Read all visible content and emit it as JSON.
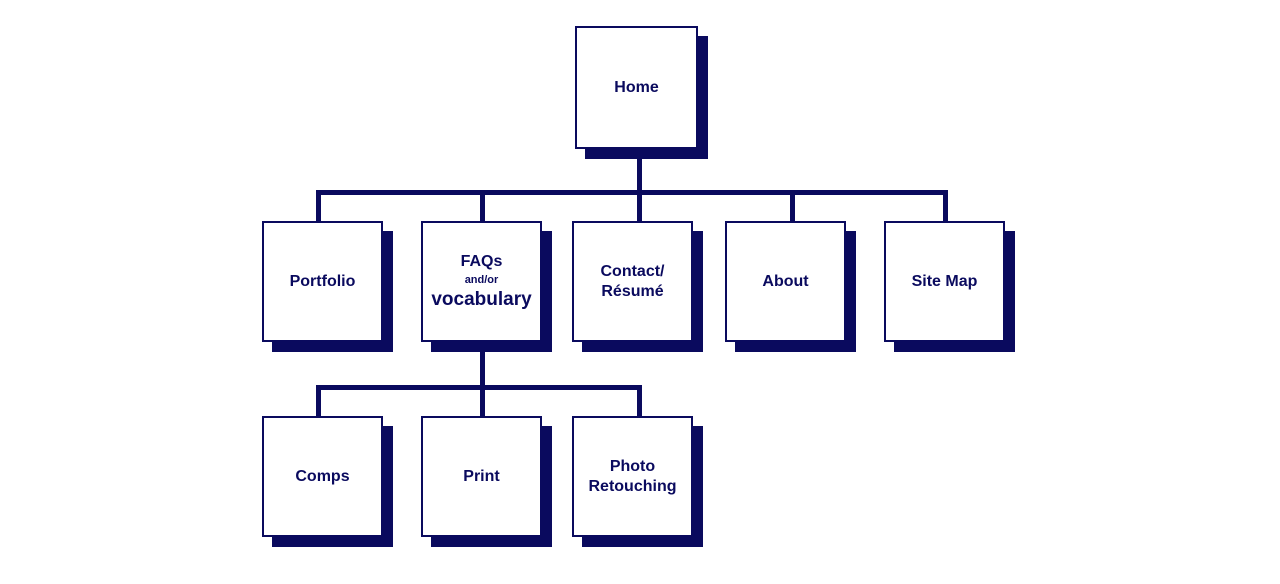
{
  "colors": {
    "line": "#0a0a5e",
    "box_fill": "#ffffff",
    "text": "#0a0a5e",
    "background": "#ffffff"
  },
  "sitemap": {
    "home": {
      "label": "Home"
    },
    "level1": {
      "portfolio": {
        "label": "Portfolio"
      },
      "faqs": {
        "line1": "FAQs",
        "line2": "and/or",
        "line3": "vocabulary"
      },
      "contact": {
        "line1": "Contact/",
        "line2": "Résumé"
      },
      "about": {
        "label": "About"
      },
      "site_map": {
        "label": "Site Map"
      }
    },
    "level2": {
      "comps": {
        "label": "Comps"
      },
      "print": {
        "label": "Print"
      },
      "photo_retouching": {
        "line1": "Photo",
        "line2": "Retouching"
      }
    }
  }
}
